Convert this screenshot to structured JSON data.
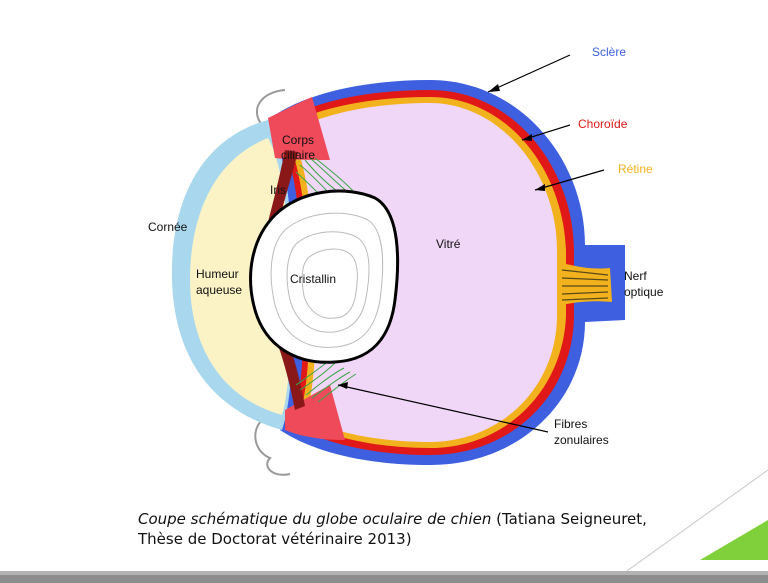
{
  "diagram": {
    "labels": {
      "sclere": "Sclère",
      "choroide": "Choroïde",
      "retine": "Rétine",
      "corps_ciliaire_1": "Corps",
      "corps_ciliaire_2": "ciliaire",
      "iris": "Iris",
      "cornee": "Cornée",
      "vitre": "Vitré",
      "humeur_1": "Humeur",
      "humeur_2": "aqueuse",
      "cristallin": "Cristallin",
      "nerf_1": "Nerf",
      "nerf_2": "optique",
      "fibres_1": "Fibres",
      "fibres_2": "zonulaires"
    },
    "colors": {
      "sclera": "#3d5fe0",
      "choroid": "#e01818",
      "retina": "#f2b21e",
      "vitreous": "#f0d6f7",
      "aqueous": "#fbf3c6",
      "cornea": "#a9d8ee",
      "ciliary": "#ee4a5a",
      "iris": "#8b1818",
      "zonules": "#3aa84a",
      "accent": "#7fd03a"
    }
  },
  "caption": {
    "italic": "Coupe schématique du globe oculaire de chien",
    "normal": " (Tatiana Seigneuret,",
    "line2": "Thèse de Doctorat vétérinaire 2013)"
  }
}
